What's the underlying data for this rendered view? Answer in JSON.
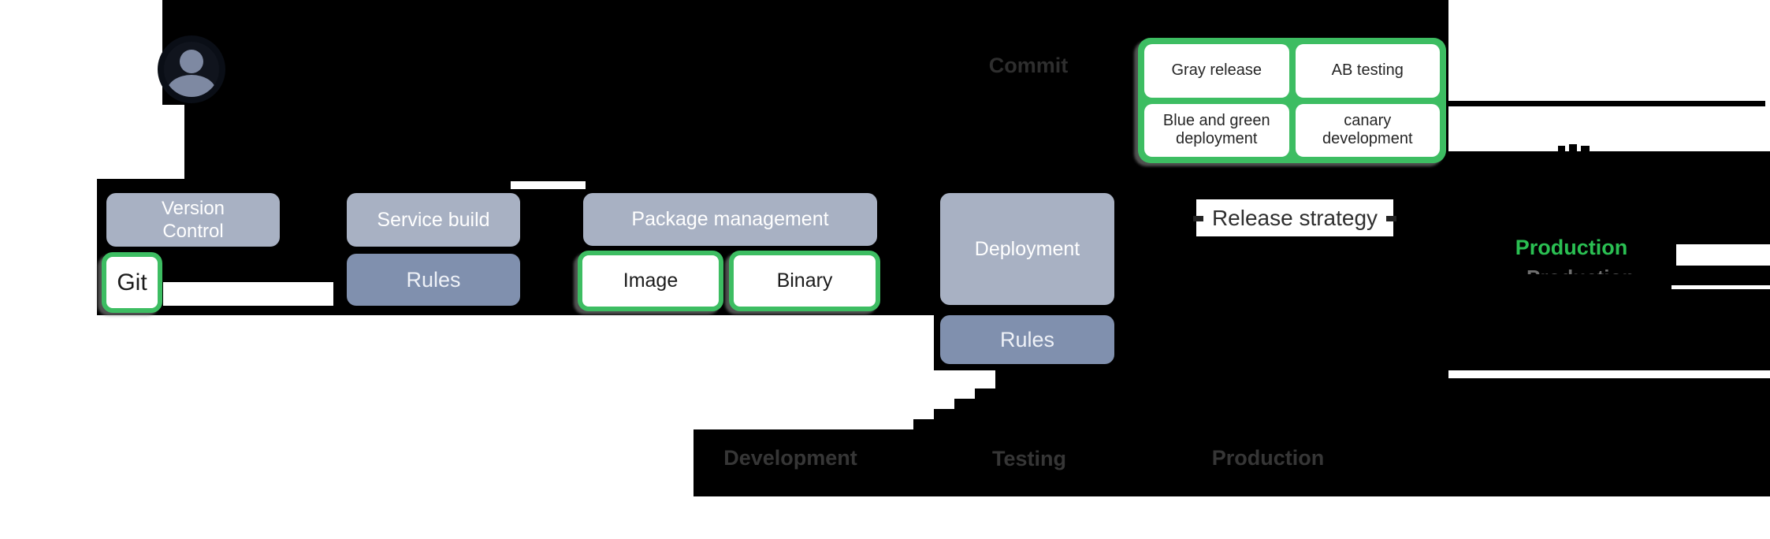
{
  "colors": {
    "canvas_bg": "#000000",
    "node_gray": "#a8b1c3",
    "rules_slate": "#8090ae",
    "green": "#3dbd62",
    "production_green": "#2abf52",
    "white": "#ffffff",
    "dark_text": "#2a2a2a",
    "dim_label": "#363636"
  },
  "pipeline": {
    "commit_label": "Commit",
    "version_control": "Version Control",
    "git": "Git",
    "service_build": "Service build",
    "build_rules": "Rules",
    "package_management": "Package management",
    "image": "Image",
    "binary": "Binary",
    "deployment": "Deployment",
    "deployment_rules": "Rules",
    "release_strategy": "Release strategy",
    "release_options": {
      "gray_release": "Gray release",
      "ab_testing": "AB testing",
      "blue_green": "Blue and green deployment",
      "canary": "canary development"
    },
    "production_highlight": "Production"
  },
  "environments": {
    "development": "Development",
    "testing": "Testing",
    "production": "Production"
  }
}
